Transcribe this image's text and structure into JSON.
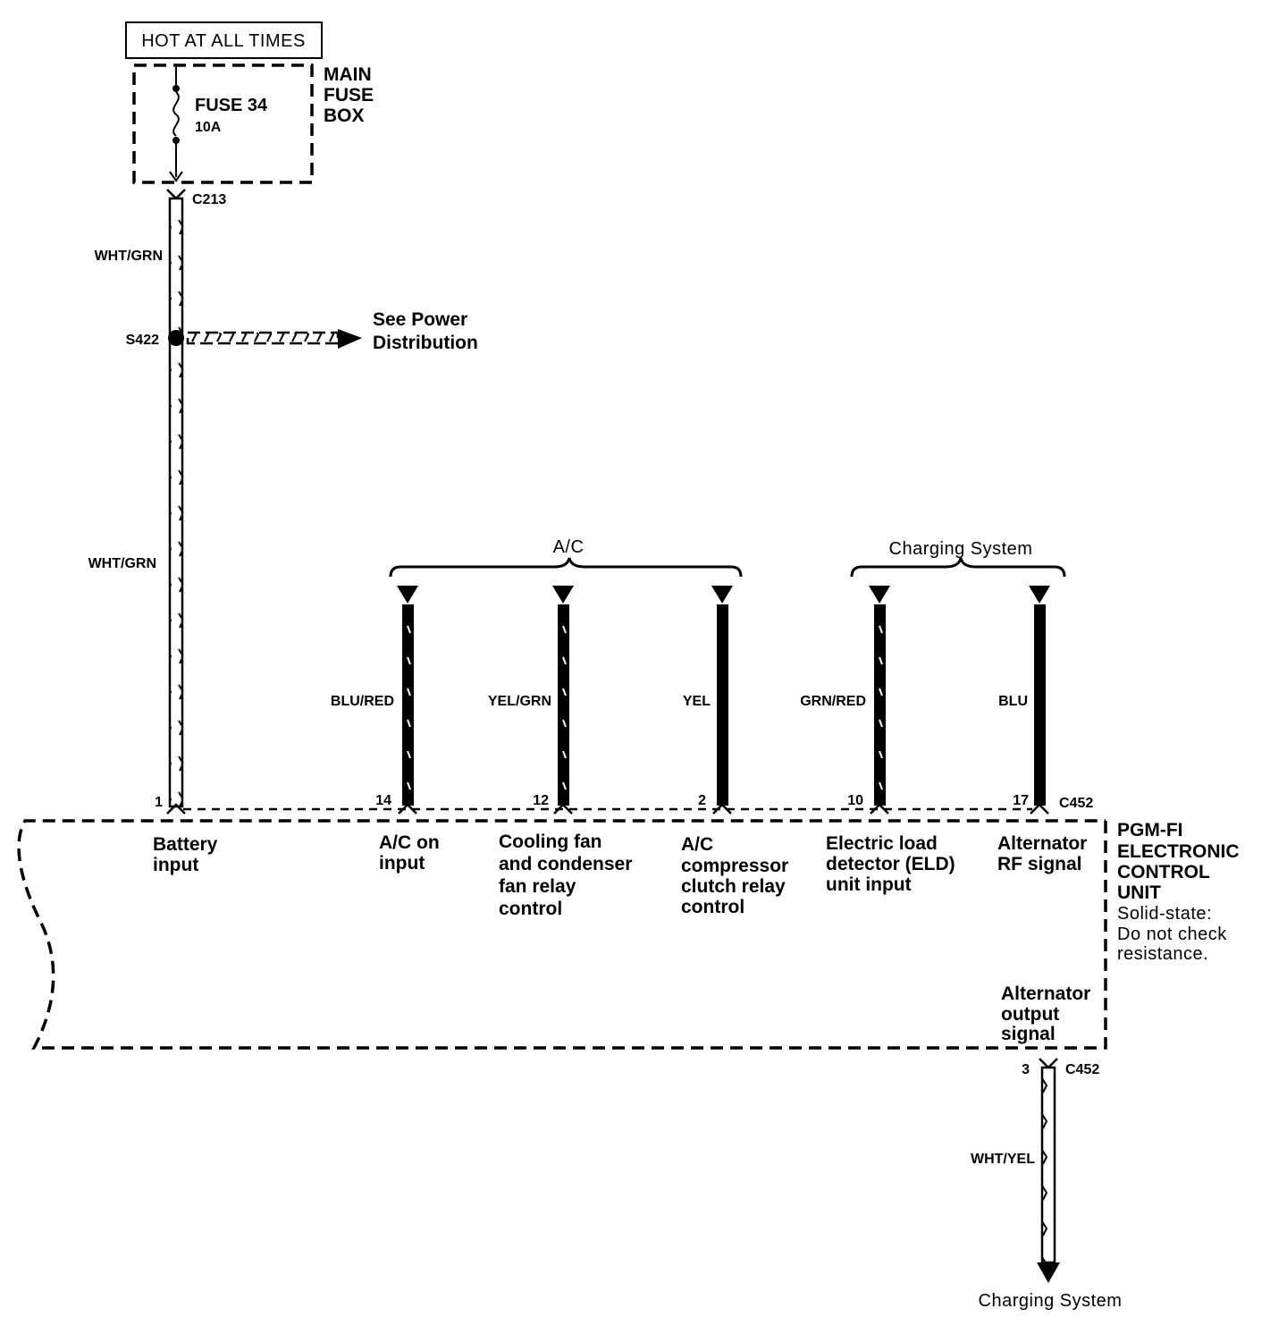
{
  "top_box": {
    "text": "HOT AT ALL TIMES"
  },
  "fuse_box": {
    "label_lines": [
      "MAIN",
      "FUSE",
      "BOX"
    ],
    "fuse_name": "FUSE 34",
    "fuse_rating": "10A"
  },
  "connectors": {
    "c213": "C213",
    "c452_top": "C452",
    "c452_bottom": "C452"
  },
  "splice": {
    "id": "S422",
    "note_lines": [
      "See Power",
      "Distribution"
    ]
  },
  "wires": {
    "main_upper": "WHT/GRN",
    "main_lower": "WHT/GRN",
    "output": "WHT/YEL"
  },
  "groups": {
    "ac": "A/C",
    "charging": "Charging System"
  },
  "pins": [
    {
      "pin": "1",
      "wire": "",
      "desc": [
        "Battery",
        "input"
      ]
    },
    {
      "pin": "14",
      "wire": "BLU/RED",
      "desc": [
        "A/C on",
        "input"
      ]
    },
    {
      "pin": "12",
      "wire": "YEL/GRN",
      "desc": [
        "Cooling fan",
        "and condenser",
        "fan relay",
        "control"
      ]
    },
    {
      "pin": "2",
      "wire": "YEL",
      "desc": [
        "A/C",
        "compressor",
        "clutch relay",
        "control"
      ]
    },
    {
      "pin": "10",
      "wire": "GRN/RED",
      "desc": [
        "Electric load",
        "detector (ELD)",
        "unit input"
      ]
    },
    {
      "pin": "17",
      "wire": "BLU",
      "desc": [
        "Alternator",
        "RF signal"
      ]
    }
  ],
  "ecu": {
    "name_lines": [
      "PGM-FI",
      "ELECTRONIC",
      "CONTROL",
      "UNIT"
    ],
    "note_lines": [
      "Solid-state:",
      "Do not check",
      "resistance."
    ]
  },
  "output_pin": {
    "pin": "3",
    "desc": [
      "Alternator",
      "output",
      "signal"
    ]
  },
  "bottom_target": "Charging System"
}
